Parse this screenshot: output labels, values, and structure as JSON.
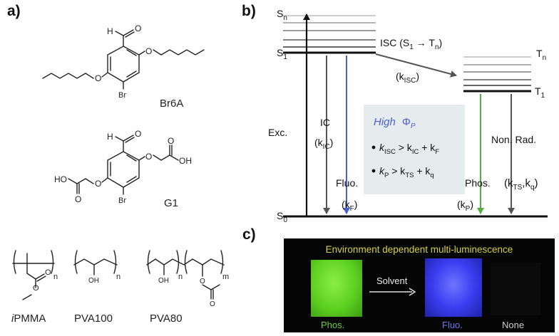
{
  "panels": {
    "a": "a)",
    "b": "b)",
    "c": "c)"
  },
  "molecules": {
    "br6a": {
      "name": "Br6A",
      "aldehyde_h": "H",
      "substituent": "Br",
      "ether_o": "O"
    },
    "g1": {
      "name": "G1",
      "aldehyde_h": "H",
      "substituent": "Br",
      "ether_o": "O",
      "acid_ho": "HO",
      "acid_oh": "OH"
    }
  },
  "polymers": [
    {
      "name": "iPMMA",
      "prefix": "i",
      "rest": "PMMA",
      "repeat": "n"
    },
    {
      "name": "PVA100",
      "repeat": "n",
      "oh": "OH"
    },
    {
      "name": "PVA80",
      "repeat_n": "n",
      "repeat_m": "m",
      "oh": "OH"
    }
  ],
  "jablonski": {
    "levels": {
      "sn": "S",
      "sn_sub": "n",
      "s1": "S",
      "s1_sub": "1",
      "tn": "T",
      "tn_sub": "n",
      "t1": "T",
      "t1_sub": "1",
      "s0": "S",
      "s0_sub": "0"
    },
    "exc": "Exc.",
    "ic": "IC",
    "k_ic": {
      "open": "(k",
      "sub": "IC",
      "close": ")"
    },
    "fluo": "Fluo.",
    "k_f": {
      "open": "(k",
      "sub": "F",
      "close": ")"
    },
    "isc": {
      "text": "ISC (S",
      "s_sub": "1",
      "arrow": " → T",
      "t_sub": "n",
      "close": ")"
    },
    "k_isc": {
      "open": "(k",
      "sub": "ISC",
      "close": ")"
    },
    "phos": "Phos.",
    "k_p": {
      "open": "(k",
      "sub": "P",
      "close": ")"
    },
    "nonrad": "Non. Rad.",
    "k_ts_q": {
      "open": "(k",
      "sub1": "TS",
      "comma": ",k",
      "sub2": "q",
      "close": ")"
    },
    "box": {
      "title": "High",
      "phi": "Φ",
      "phi_sub": "P",
      "cond1": {
        "k": "k",
        "s1": "ISC",
        "gt": " > k",
        "s2": "IC",
        "plus": " + k",
        "s3": "F"
      },
      "cond2": {
        "k": "k",
        "s1": "P",
        "gt": " > k",
        "s2": "TS",
        "plus": " + k",
        "s3": "q"
      }
    },
    "colors": {
      "fluo": "#4a5fd0",
      "phos": "#52b03a",
      "box_bg": "#e6ebee",
      "box_title": "#4a5fd0",
      "arrow_grey": "#555555"
    }
  },
  "photo": {
    "title": "Environment dependent multi-luminescence",
    "solvent": "Solvent",
    "samples": [
      {
        "label": "Phos.",
        "color": "#5dd020",
        "label_color": "#6fd03a"
      },
      {
        "label": "Fluo.",
        "color": "#3b3ef0",
        "label_color": "#6a7bf0"
      },
      {
        "label": "None",
        "color": "#0b0b0b",
        "label_color": "#cfcfcf"
      }
    ]
  }
}
